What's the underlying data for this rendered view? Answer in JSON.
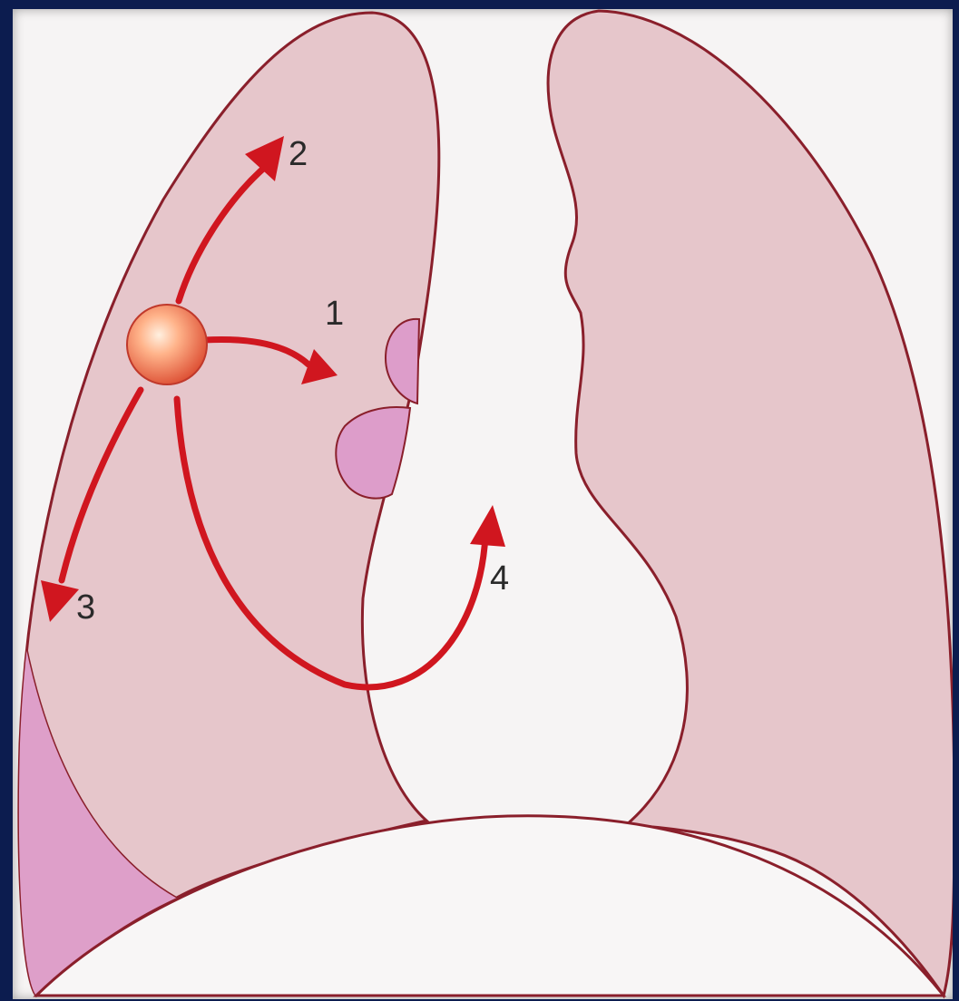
{
  "colors": {
    "background_border": "#0c1c4f",
    "panel": "#f6f4f4",
    "lung_fill": "#e6c6cb",
    "lung_outline": "#8a1f2b",
    "effusion": "#de9fc9",
    "lymph_nodes": "#dd9dca",
    "arrow": "#d0161f",
    "tumor_core": "#ffb38a",
    "tumor_edge": "#d9442a"
  },
  "arrow_labels": [
    "2",
    "1",
    "3",
    "4"
  ]
}
